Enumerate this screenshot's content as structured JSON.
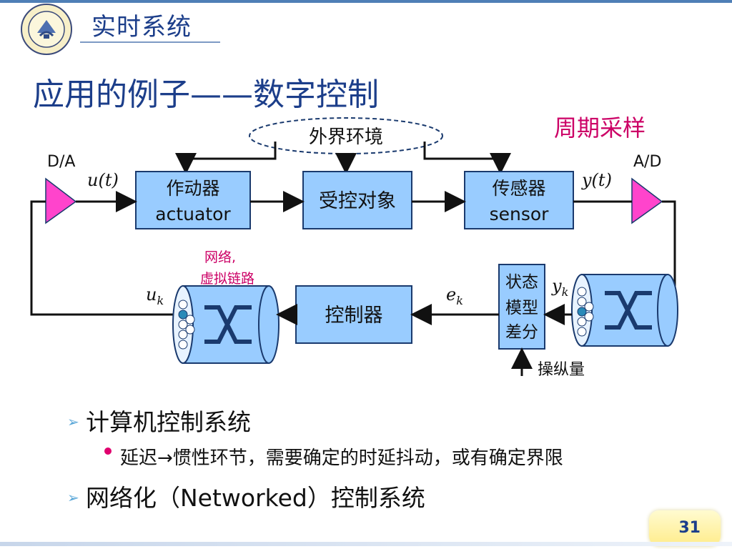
{
  "header": {
    "section_title": "实时系统"
  },
  "slide": {
    "title": "应用的例子——数字控制",
    "page_number": "31"
  },
  "diagram": {
    "sampling_label": "周期采样",
    "environment_label": "外界环境",
    "da_label": "D/A",
    "ad_label": "A/D",
    "u_t": "u(t)",
    "y_t": "y(t)",
    "actuator_cn": "作动器",
    "actuator_en": "actuator",
    "plant": "受控对象",
    "sensor_cn": "传感器",
    "sensor_en": "sensor",
    "network_line1": "网络,",
    "network_line2": "虚拟链路",
    "u_k": "u",
    "u_k_sub": "k",
    "e_k": "e",
    "e_k_sub": "k",
    "y_k": "y",
    "y_k_sub": "k",
    "controller": "控制器",
    "state_line1": "状态",
    "state_line2": "模型",
    "state_line3": "差分",
    "manipulated": "操纵量",
    "colors": {
      "block_fill": "#99ccff",
      "block_stroke": "#1a3a6e",
      "triangle": "#ff44cc",
      "accent_red": "#cc0066"
    }
  },
  "bullets": {
    "item1": "计算机控制系统",
    "item1_sub": "延迟→惯性环节，需要确定的时延抖动，或有确定界限",
    "item2": "网络化（Networked）控制系统"
  },
  "icons": {
    "bullet_arrow": "➢"
  }
}
